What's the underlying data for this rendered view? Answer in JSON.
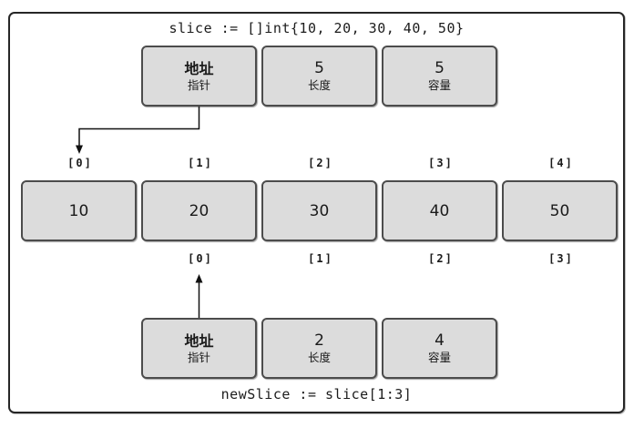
{
  "diagram": {
    "title_code": "slice := []int{10, 20, 30, 40, 50}",
    "bottom_code": "newSlice := slice[1:3]",
    "slice_header": {
      "pointer": {
        "title": "地址",
        "subtitle": "指针"
      },
      "length": {
        "value": "5",
        "label": "长度"
      },
      "capacity": {
        "value": "5",
        "label": "容量"
      }
    },
    "new_slice_header": {
      "pointer": {
        "title": "地址",
        "subtitle": "指针"
      },
      "length": {
        "value": "2",
        "label": "长度"
      },
      "capacity": {
        "value": "4",
        "label": "容量"
      }
    },
    "array": {
      "values": [
        "10",
        "20",
        "30",
        "40",
        "50"
      ],
      "top_indices": [
        "[0]",
        "[1]",
        "[2]",
        "[3]",
        "[4]"
      ],
      "bottom_indices": [
        "[0]",
        "[1]",
        "[2]",
        "[3]"
      ]
    },
    "colors": {
      "box_fill": "#dcdcdc",
      "box_border": "#4c4c4c",
      "frame_border": "#262626",
      "text": "#1a1a1a"
    }
  }
}
